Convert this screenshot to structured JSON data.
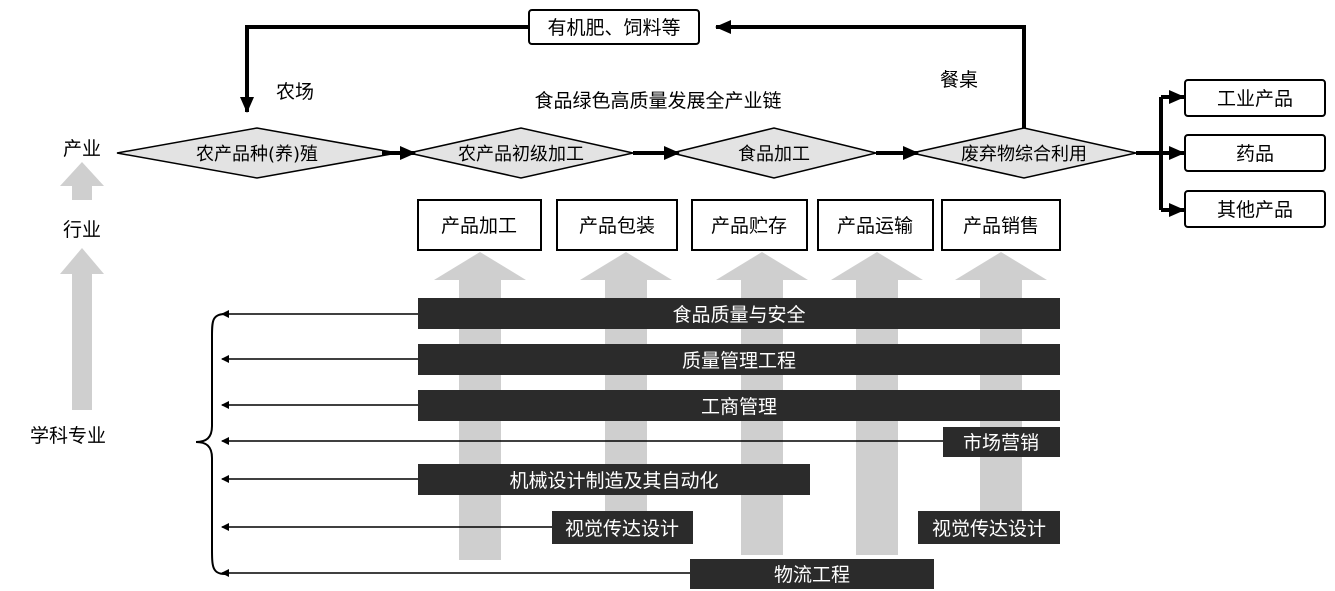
{
  "title": "食品绿色高质量发展全产业链",
  "loop_label": "有机肥、饲料等",
  "labels": {
    "farm": "农场",
    "table": "餐桌",
    "industry": "产业",
    "trade": "行业",
    "discipline": "学科专业"
  },
  "chain": [
    "农产品种(养)殖",
    "农产品初级加工",
    "食品加工",
    "废弃物综合利用"
  ],
  "outputs": [
    "工业产品",
    "药品",
    "其他产品"
  ],
  "stages": [
    "产品加工",
    "产品包装",
    "产品贮存",
    "产品运输",
    "产品销售"
  ],
  "majors": [
    "食品质量与安全",
    "质量管理工程",
    "工商管理",
    "市场营销",
    "机械设计制造及其自动化",
    "视觉传达设计",
    "视觉传达设计",
    "物流工程"
  ],
  "colors": {
    "bar": "#2b2b2b",
    "diamond": "#e3e3e3",
    "light_arrow": "#cfcfcf",
    "line": "#000000"
  }
}
